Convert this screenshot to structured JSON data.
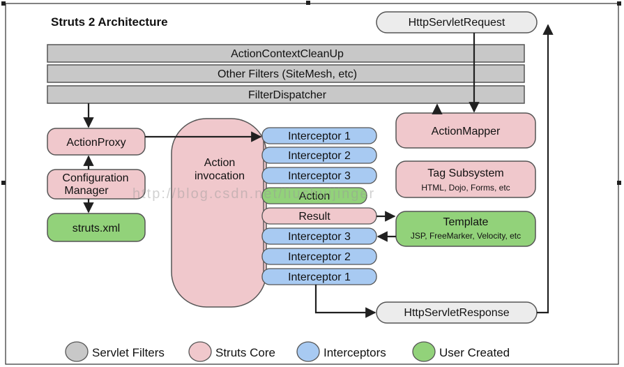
{
  "title": "Struts 2 Architecture",
  "colors": {
    "servlet_filter": "#c8c8c8",
    "struts_core": "#f0c8cc",
    "interceptor": "#a8caf2",
    "user_created": "#92d27a",
    "stroke": "#404040"
  },
  "filters": {
    "cleanup": "ActionContextCleanUp",
    "other": "Other Filters (SiteMesh, etc)",
    "dispatcher": "FilterDispatcher"
  },
  "request": "HttpServletRequest",
  "response": "HttpServletResponse",
  "action_mapper": "ActionMapper",
  "tag_subsystem": {
    "title": "Tag Subsystem",
    "subtitle": "HTML, Dojo, Forms, etc"
  },
  "template": {
    "title": "Template",
    "subtitle": "JSP, FreeMarker, Velocity, etc"
  },
  "action_proxy": "ActionProxy",
  "configuration_manager": [
    "Configuration",
    "Manager"
  ],
  "struts_xml": "struts.xml",
  "action_invocation": [
    "Action",
    "invocation"
  ],
  "stack": {
    "interceptor_1": "Interceptor 1",
    "interceptor_2": "Interceptor 2",
    "interceptor_3": "Interceptor 3",
    "action": "Action",
    "result": "Result",
    "interceptor_3_return": "Interceptor 3",
    "interceptor_2_return": "Interceptor 2",
    "interceptor_1_return": "Interceptor 1"
  },
  "legend": {
    "servlet_filters": "Servlet Filters",
    "struts_core": "Struts Core",
    "interceptors": "Interceptors",
    "user_created": "User Created"
  },
  "watermark": "http://blog.csdn.net/liushuijinger"
}
